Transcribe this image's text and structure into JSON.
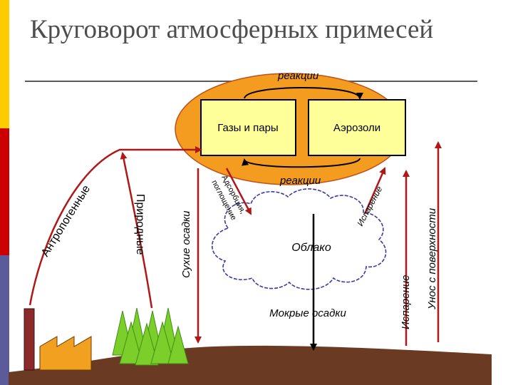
{
  "title": "Круговорот атмосферных примесей",
  "labels": {
    "reactions_top": "реакции",
    "gases": "Газы и пары",
    "aerosols": "Аэрозоли",
    "reactions_mid": "реакции",
    "anthropogenic": "Антропогенные",
    "natural": "Природные",
    "dry_deposition": "Сухие осадки",
    "adsorption": "Адсорбция,",
    "absorption": "поглощение",
    "cloud": "Облако",
    "evaporation_cloud": "Испарение",
    "wet_deposition": "Мокрые осадки",
    "evaporation": "Испарение",
    "surface_removal": "Унос с поверхности"
  },
  "colors": {
    "ellipse_fill": "#f39c1f",
    "box_fill": "#ffff99",
    "arrow": "#b01818",
    "ground": "#6b3a22",
    "accent_yellow": "#ffcc00",
    "accent_red": "#cc0000",
    "accent_blue": "#5b5b9b",
    "trees": "#7ccf2a"
  }
}
